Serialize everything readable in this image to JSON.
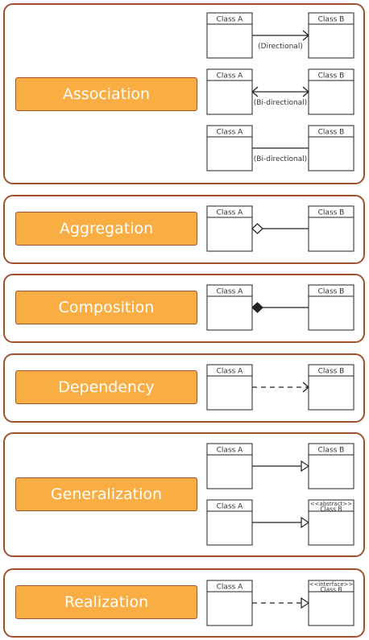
{
  "colors": {
    "panel_border": "#a0522d",
    "label_fill": "#f9ad42",
    "label_text": "#ffffff",
    "line": "#222222"
  },
  "sections": [
    {
      "label": "Association",
      "rows": [
        {
          "left": {
            "name": "Class A"
          },
          "right": {
            "name": "Class B"
          },
          "connector": {
            "text": "(Directional)",
            "line": "solid",
            "start": "none",
            "end": "open-arrow"
          }
        },
        {
          "left": {
            "name": "Class A"
          },
          "right": {
            "name": "Class B"
          },
          "connector": {
            "text": "(Bi-directional)",
            "line": "solid",
            "start": "open-arrow",
            "end": "open-arrow"
          }
        },
        {
          "left": {
            "name": "Class A"
          },
          "right": {
            "name": "Class B"
          },
          "connector": {
            "text": "(Bi-directional)",
            "line": "solid",
            "start": "none",
            "end": "none"
          }
        }
      ]
    },
    {
      "label": "Aggregation",
      "rows": [
        {
          "left": {
            "name": "Class A"
          },
          "right": {
            "name": "Class B"
          },
          "connector": {
            "line": "solid",
            "start": "hollow-diamond",
            "end": "none"
          }
        }
      ]
    },
    {
      "label": "Composition",
      "rows": [
        {
          "left": {
            "name": "Class A"
          },
          "right": {
            "name": "Class B"
          },
          "connector": {
            "line": "solid",
            "start": "filled-diamond",
            "end": "none"
          }
        }
      ]
    },
    {
      "label": "Dependency",
      "rows": [
        {
          "left": {
            "name": "Class A"
          },
          "right": {
            "name": "Class B"
          },
          "connector": {
            "line": "dashed",
            "start": "none",
            "end": "open-arrow"
          }
        }
      ]
    },
    {
      "label": "Generalization",
      "rows": [
        {
          "left": {
            "name": "Class A"
          },
          "right": {
            "name": "Class B"
          },
          "connector": {
            "line": "solid",
            "start": "none",
            "end": "hollow-triangle"
          }
        },
        {
          "left": {
            "name": "Class A"
          },
          "right": {
            "name": "Class B",
            "stereotype": "<<abstract>>"
          },
          "connector": {
            "line": "solid",
            "start": "none",
            "end": "hollow-triangle"
          }
        }
      ]
    },
    {
      "label": "Realization",
      "rows": [
        {
          "left": {
            "name": "Class A"
          },
          "right": {
            "name": "Class B",
            "stereotype": "<<interface>>"
          },
          "connector": {
            "line": "dashed",
            "start": "none",
            "end": "hollow-triangle"
          }
        }
      ]
    }
  ]
}
